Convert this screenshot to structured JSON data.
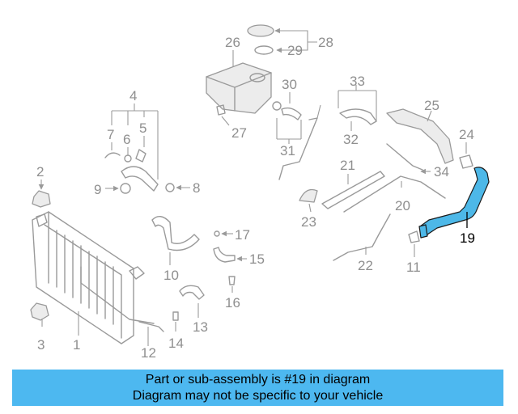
{
  "callouts": {
    "c1": "1",
    "c2": "2",
    "c3": "3",
    "c4": "4",
    "c5": "5",
    "c6": "6",
    "c7": "7",
    "c8": "8",
    "c9": "9",
    "c10": "10",
    "c11": "11",
    "c12": "12",
    "c13": "13",
    "c14": "14",
    "c15": "15",
    "c16": "16",
    "c17": "17",
    "c19": "19",
    "c20": "20",
    "c21": "21",
    "c22": "22",
    "c23": "23",
    "c24": "24",
    "c25": "25",
    "c26": "26",
    "c27": "27",
    "c28": "28",
    "c29": "29",
    "c30": "30",
    "c31": "31",
    "c32": "32",
    "c33": "33",
    "c34": "34"
  },
  "highlight": {
    "part_number": "19",
    "color": "#4db8e8"
  },
  "banner": {
    "line1": "Part or sub-assembly is #19 in diagram",
    "line2": "Diagram may not be specific to your vehicle",
    "background": "#4db8f0"
  }
}
